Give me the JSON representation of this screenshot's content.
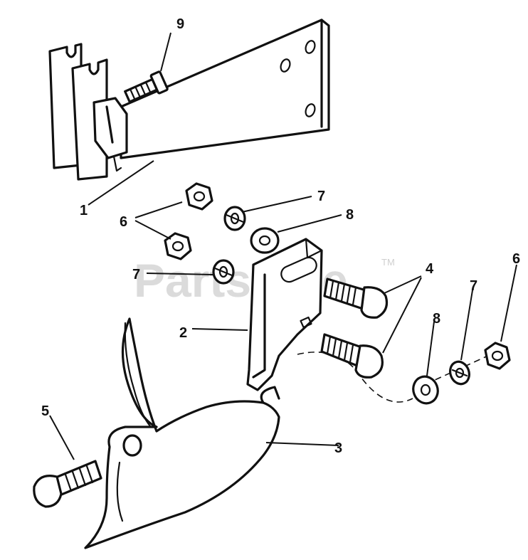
{
  "watermark": {
    "text": "PartsTree",
    "tm": "TM"
  },
  "callouts": {
    "c1": "1",
    "c2": "2",
    "c3": "3",
    "c4": "4",
    "c5": "5",
    "c6a": "6",
    "c6b": "6",
    "c7a": "7",
    "c7b": "7",
    "c7c": "7",
    "c8a": "8",
    "c8b": "8",
    "c9": "9"
  }
}
